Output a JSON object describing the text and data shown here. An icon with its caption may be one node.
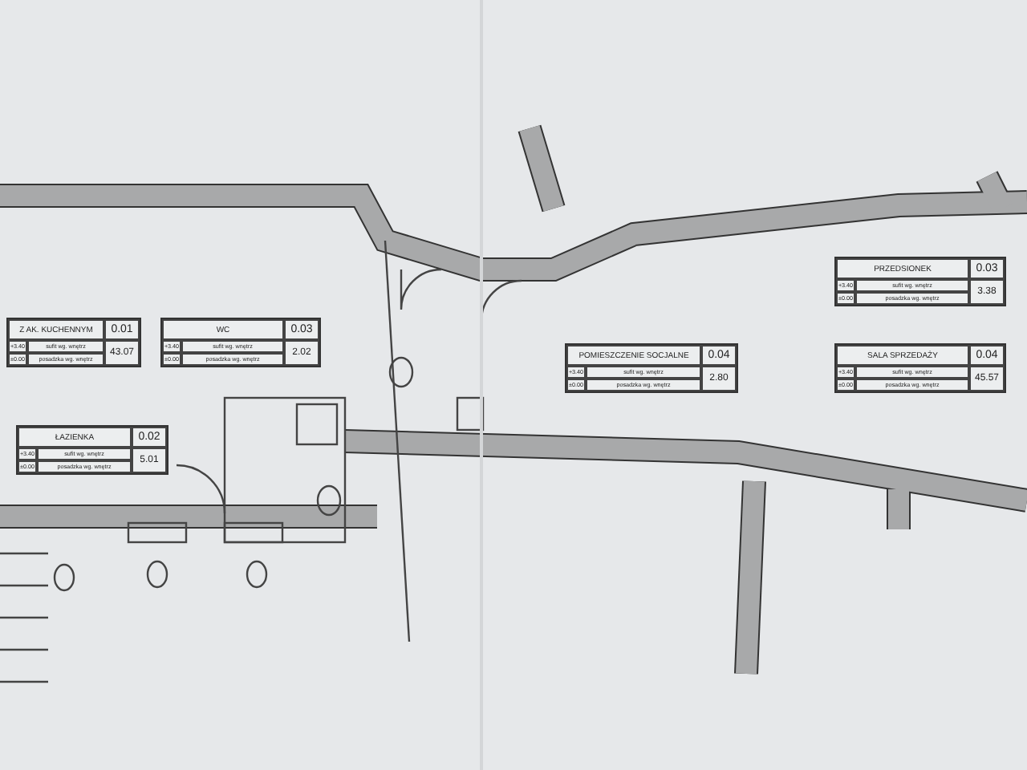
{
  "diagram": {
    "nodes": [
      {
        "text": [
          "Z AK. KUCHENNYM",
          "0.01",
          "+3.40",
          "sufit wg. wnętrz",
          "±0.00",
          "posadzka wg. wnętrz",
          "43.07"
        ]
      },
      {
        "text": [
          "WC",
          "0.03",
          "+3.40",
          "sufit wg. wnętrz",
          "±0.00",
          "posadzka wg. wnętrz",
          "2.02"
        ]
      },
      {
        "text": [
          "ŁAZIENKA",
          "0.02",
          "+3.40",
          "sufit wg. wnętrz",
          "±0.00",
          "posadzka wg. wnętrz",
          "5.01"
        ]
      },
      {
        "text": [
          "PRZEDSIONEK",
          "0.03",
          "+3.40",
          "sufit wg. wnętrz",
          "±0.00",
          "posadzka wg. wnętrz",
          "3.38"
        ]
      },
      {
        "text": [
          "POMIESZCZENIE SOCJALNE",
          "0.04",
          "+3.40",
          "sufit wg. wnętrz",
          "±0.00",
          "posadzka wg. wnętrz",
          "2.80"
        ]
      },
      {
        "text": [
          "SALA SPRZEDAŻY",
          "0.04",
          "+3.40",
          "sufit wg. wnętrz",
          "±0.00",
          "posadzka wg. wnętrz",
          "45.57"
        ]
      }
    ]
  }
}
